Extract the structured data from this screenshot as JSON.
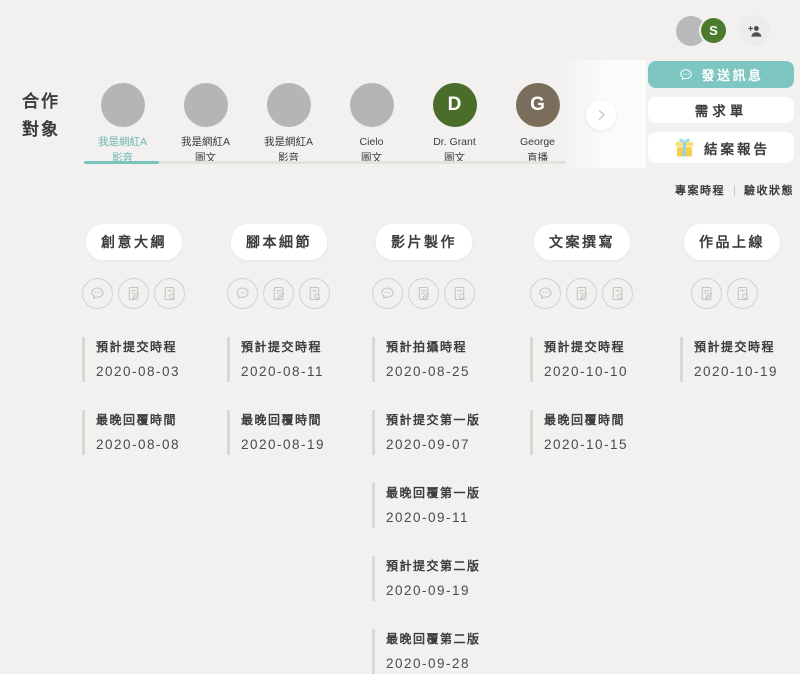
{
  "colors": {
    "background": "#f2f1ef",
    "accent_teal": "#7ec6c2",
    "selected_member_text": "#6fb6b2",
    "scroll_thumb_teal": "#7cc3bf",
    "avatar_gray": "#b5b5b3",
    "avatar_dr_grant_green": "#4a6d2a",
    "avatar_george_brown": "#7a6d5c",
    "status_avatar_green": "#4c7a2e",
    "text_dark": "#3c3c3c"
  },
  "icons": {
    "top_add": "person-add-icon",
    "send": "chat-bubble-icon",
    "report": "gift-icon",
    "scroll_next": "chevron-right-icon",
    "phase_tools": [
      "chat-bubble-icon",
      "edit-document-icon",
      "search-document-icon"
    ]
  },
  "header": {
    "status_initial": "S"
  },
  "collab": {
    "label": "合作對象",
    "members": [
      {
        "name": "我是網紅A",
        "type": "影音",
        "initial": "",
        "selected": true
      },
      {
        "name": "我是網紅A",
        "type": "圖文",
        "initial": ""
      },
      {
        "name": "我是網紅A",
        "type": "影音",
        "initial": ""
      },
      {
        "name": "Cielo",
        "type": "圖文",
        "initial": ""
      },
      {
        "name": "Dr. Grant",
        "type": "圖文",
        "initial": "D"
      },
      {
        "name": "George",
        "type": "直播",
        "initial": "G"
      }
    ]
  },
  "actions": {
    "send_message": "發送訊息",
    "request_form": "需求單",
    "closing_report": "結案報告",
    "tabs": [
      {
        "label": "專案時程"
      },
      {
        "label": "驗收狀態"
      }
    ]
  },
  "phases": [
    {
      "title": "創意大綱",
      "entries": [
        {
          "label": "預計提交時程",
          "date": "2020-08-03"
        },
        {
          "label": "最晚回覆時間",
          "date": "2020-08-08"
        }
      ]
    },
    {
      "title": "腳本細節",
      "entries": [
        {
          "label": "預計提交時程",
          "date": "2020-08-11"
        },
        {
          "label": "最晚回覆時間",
          "date": "2020-08-19"
        }
      ]
    },
    {
      "title": "影片製作",
      "entries": [
        {
          "label": "預計拍攝時程",
          "date": "2020-08-25"
        },
        {
          "label": "預計提交第一版",
          "date": "2020-09-07"
        },
        {
          "label": "最晚回覆第一版",
          "date": "2020-09-11"
        },
        {
          "label": "預計提交第二版",
          "date": "2020-09-19"
        },
        {
          "label": "最晚回覆第二版",
          "date": "2020-09-28"
        }
      ]
    },
    {
      "title": "文案撰寫",
      "entries": [
        {
          "label": "預計提交時程",
          "date": "2020-10-10"
        },
        {
          "label": "最晚回覆時間",
          "date": "2020-10-15"
        }
      ]
    },
    {
      "title": "作品上線",
      "entries": [
        {
          "label": "預計提交時程",
          "date": "2020-10-19"
        }
      ]
    }
  ]
}
